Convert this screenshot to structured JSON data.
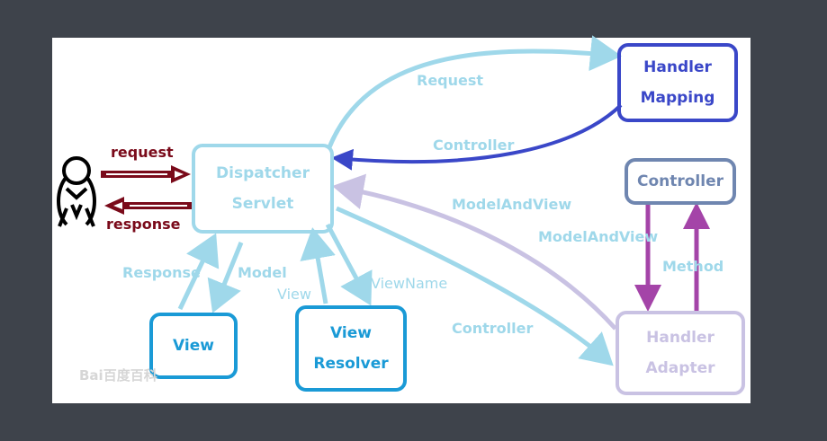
{
  "colors": {
    "background": "#3e434b",
    "light_blue": "#9fd8ea",
    "blue": "#1a9ad6",
    "dark_blue": "#3a47c8",
    "purple_light": "#c9c2e3",
    "purple": "#a444a8",
    "steel": "#6f86b0",
    "dark_red": "#7a0a1a"
  },
  "nodes": {
    "dispatcher": [
      "Dispatcher",
      "Servlet"
    ],
    "handler_mapping": [
      "Handler",
      "Mapping"
    ],
    "controller": [
      "Controller"
    ],
    "handler_adapter": [
      "Handler",
      "Adapter"
    ],
    "view": [
      "View"
    ],
    "view_resolver": [
      "View",
      "Resolver"
    ]
  },
  "edges": {
    "request": "request",
    "response": "response",
    "Request": "Request",
    "Controller_return": "Controller",
    "ModelAndView_1": "ModelAndView",
    "ModelAndView_2": "ModelAndView",
    "Method": "Method",
    "Response": "Response",
    "Model": "Model",
    "View": "View",
    "ViewName": "ViewName",
    "Controller_to_adapter": "Controller"
  },
  "actor_icon": "person-icon",
  "watermark": "Bai百度百科"
}
